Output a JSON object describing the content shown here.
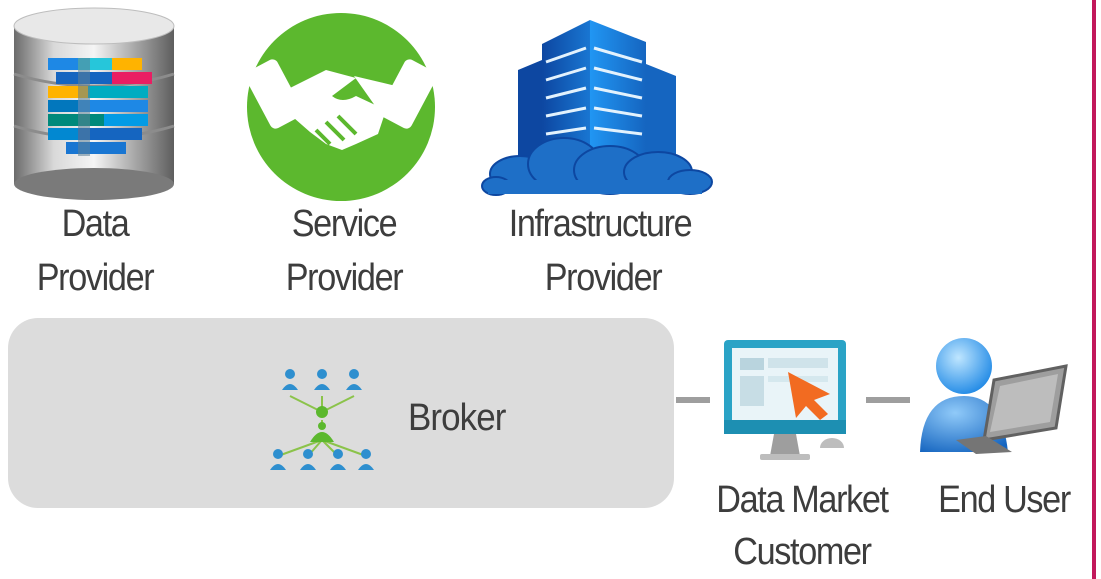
{
  "providers": {
    "data": {
      "line1": "Data",
      "line2": "Provider",
      "icon": "database-icon"
    },
    "service": {
      "line1": "Service",
      "line2": "Provider",
      "icon": "handshake-icon"
    },
    "infrastructure": {
      "line1": "Infrastructure",
      "line2": "Provider",
      "icon": "server-cloud-icon"
    }
  },
  "broker": {
    "label": "Broker",
    "icon": "network-people-icon"
  },
  "customer": {
    "line1": "Data Market",
    "line2": "Customer",
    "icon": "monitor-cursor-icon"
  },
  "end_user": {
    "label": "End User",
    "icon": "user-laptop-icon"
  },
  "colors": {
    "accent_border": "#c2185b",
    "service_green": "#5cb82e",
    "infra_blue": "#1f6fbf",
    "broker_box": "#dcdcdc",
    "connector": "#9e9e9e",
    "cursor_orange": "#f26b21"
  }
}
